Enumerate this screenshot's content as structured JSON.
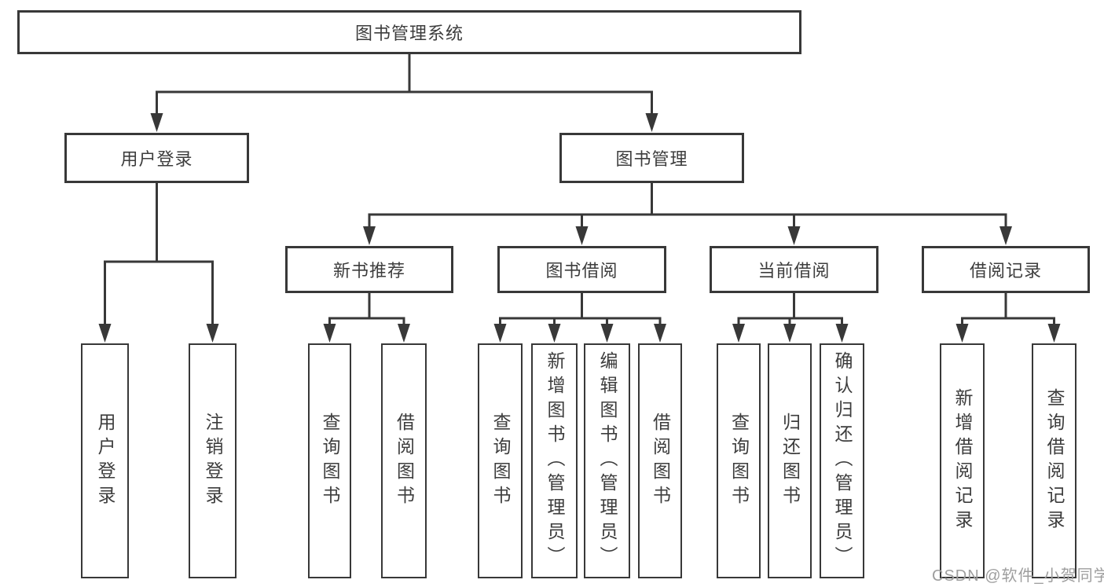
{
  "tree": {
    "root": {
      "label": "图书管理系统"
    },
    "level2": [
      {
        "label": "用户登录",
        "children": [
          {
            "label": "用户登录"
          },
          {
            "label": "注销登录"
          }
        ]
      },
      {
        "label": "图书管理",
        "children": [
          {
            "label": "新书推荐",
            "children": [
              {
                "label": "查询图书"
              },
              {
                "label": "借阅图书"
              }
            ]
          },
          {
            "label": "图书借阅",
            "children": [
              {
                "label": "查询图书"
              },
              {
                "label": "新增图书（管理员）"
              },
              {
                "label": "编辑图书（管理员）"
              },
              {
                "label": "借阅图书"
              }
            ]
          },
          {
            "label": "当前借阅",
            "children": [
              {
                "label": "查询图书"
              },
              {
                "label": "归还图书"
              },
              {
                "label": "确认归还（管理员）"
              }
            ]
          },
          {
            "label": "借阅记录",
            "children": [
              {
                "label": "新增借阅记录"
              },
              {
                "label": "查询借阅记录"
              }
            ]
          }
        ]
      }
    ]
  },
  "watermark": {
    "text": "CSDN @软件_小贺同学",
    "color": "#9e9e9e"
  },
  "colors": {
    "line": "#383838",
    "box_border": "#383838",
    "text": "#3d3d3d",
    "background": "#ffffff"
  }
}
